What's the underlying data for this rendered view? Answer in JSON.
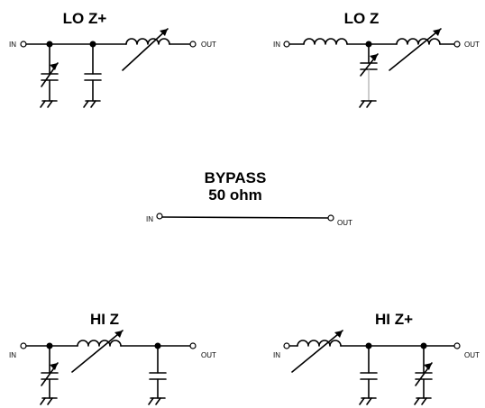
{
  "circuits": {
    "lo_z_plus": {
      "title": "LO Z+",
      "in_label": "IN",
      "out_label": "OUT"
    },
    "lo_z": {
      "title": "LO Z",
      "in_label": "IN",
      "out_label": "OUT"
    },
    "bypass": {
      "title_line1": "BYPASS",
      "title_line2": "50 ohm",
      "in_label": "IN",
      "out_label": "OUT"
    },
    "hi_z": {
      "title": "HI Z",
      "in_label": "IN",
      "out_label": "OUT"
    },
    "hi_z_plus": {
      "title": "HI Z+",
      "in_label": "IN",
      "out_label": "OUT"
    }
  },
  "colors": {
    "line": "#000000",
    "terminal_fill": "#ffffff",
    "background": "#ffffff"
  }
}
